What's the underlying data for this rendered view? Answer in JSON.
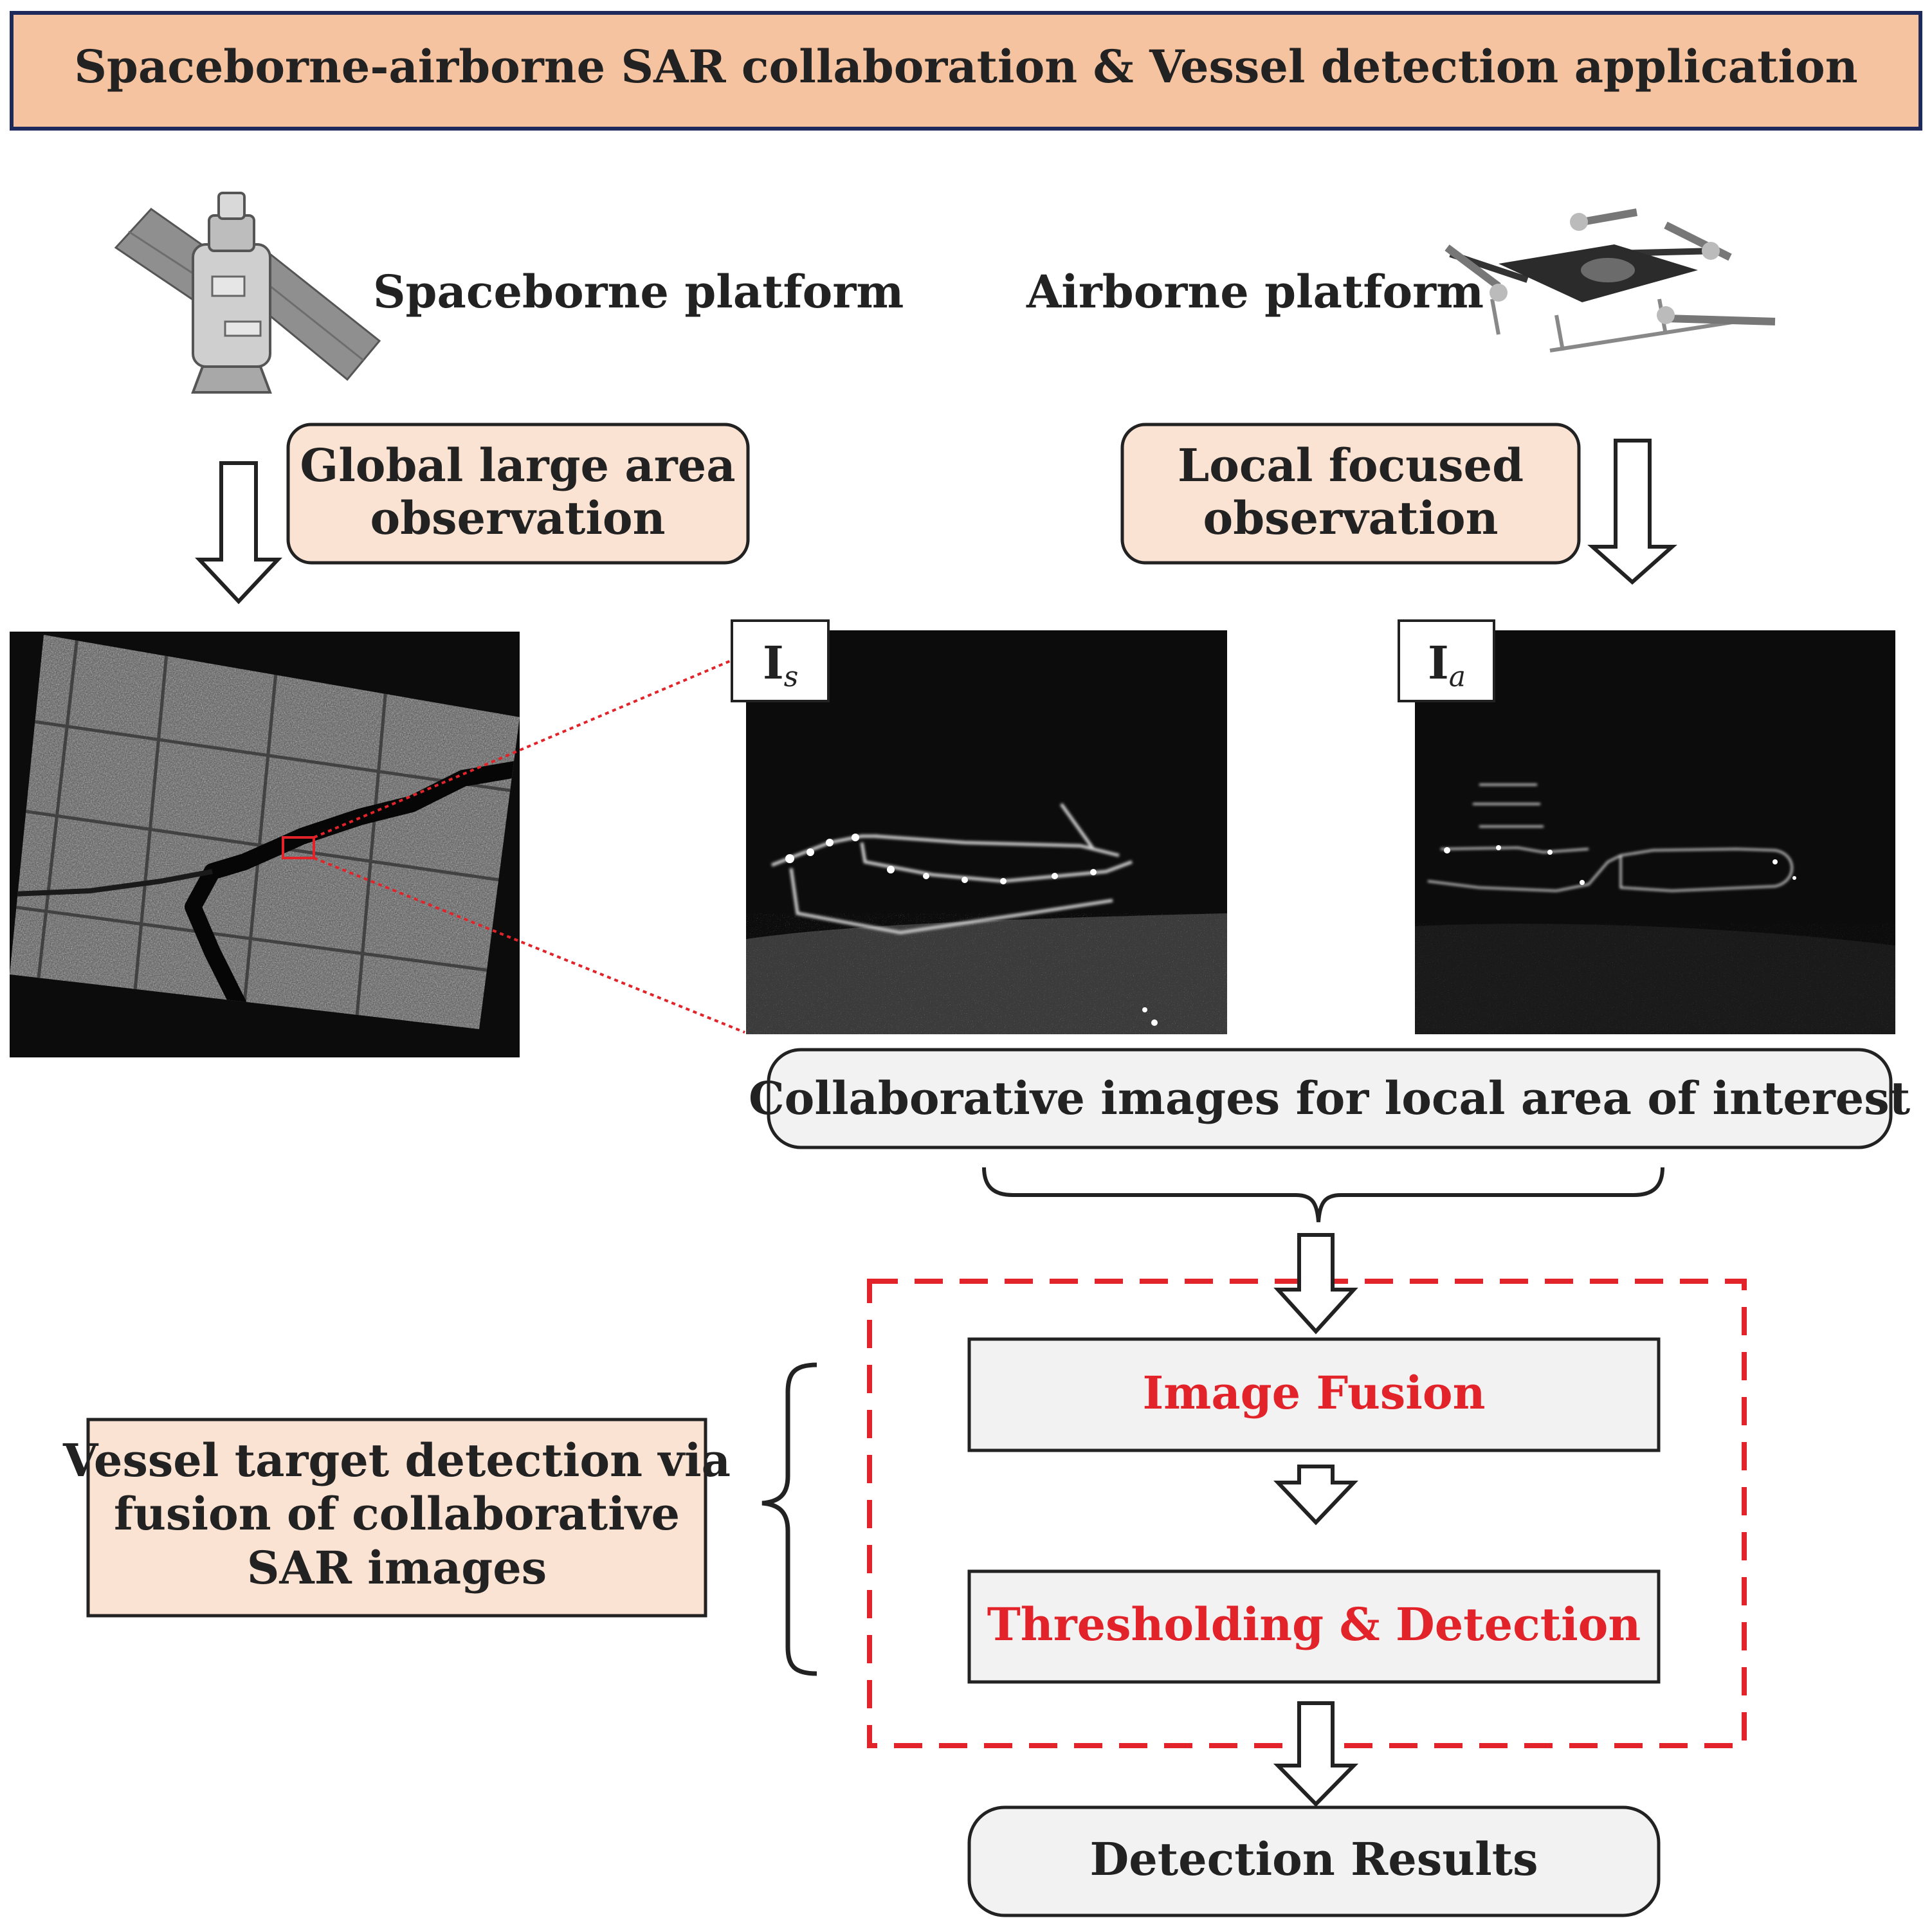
{
  "title": "Spaceborne-airborne SAR collaboration & Vessel detection application",
  "platforms": {
    "spaceborne_label": "Spaceborne platform",
    "airborne_label": "Airborne platform",
    "spaceborne_icon": "satellite-icon",
    "airborne_icon": "drone-icon"
  },
  "observations": {
    "global": [
      "Global large area",
      "observation"
    ],
    "local": [
      "Local focused",
      "observation"
    ]
  },
  "images": {
    "spaceborne_label_main": "I",
    "spaceborne_label_sub": "s",
    "airborne_label_main": "I",
    "airborne_label_sub": "a"
  },
  "collab_label": "Collaborative images for local area of interest",
  "pipeline": {
    "steps": [
      "Image Fusion",
      "Thresholding & Detection"
    ],
    "result": "Detection Results"
  },
  "side_note": [
    "Vessel target detection via",
    "fusion of collaborative",
    "SAR images"
  ],
  "colors": {
    "title_bg": "#f6c3a1",
    "title_border": "#1f2a5c",
    "box_fill": "#fbe3d3",
    "step_fill": "#f2f2f2",
    "accent_red": "#e2232a",
    "text": "#222222",
    "image_bg": "#0c0c0c"
  }
}
